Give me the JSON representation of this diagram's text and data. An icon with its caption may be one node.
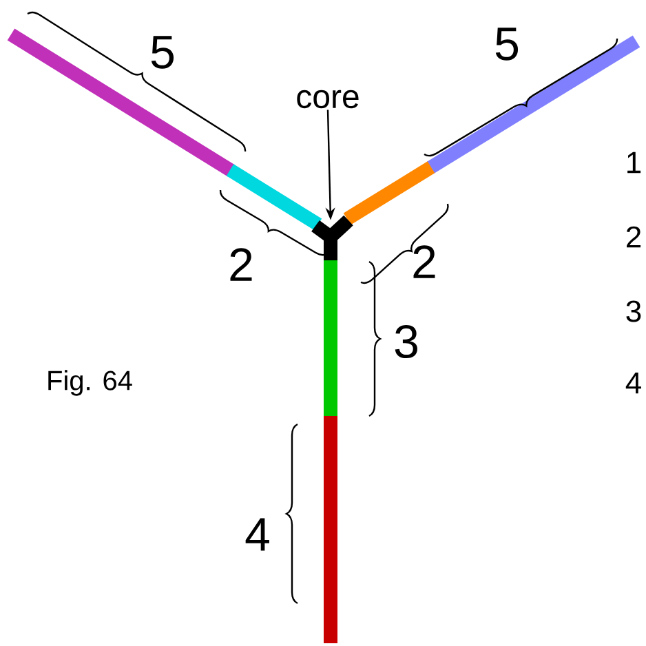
{
  "diagram": {
    "nodes": [
      {
        "text": [
          "core"
        ]
      },
      {
        "text": [],
        "shape": "bar"
      }
    ],
    "edges": [
      {
        "from": 0,
        "to": 1,
        "arrow": "to"
      }
    ],
    "labels": [
      "5",
      "5",
      "2",
      "2",
      "3",
      "4",
      "Fig. 64",
      "1",
      "2",
      "3",
      "4"
    ]
  }
}
